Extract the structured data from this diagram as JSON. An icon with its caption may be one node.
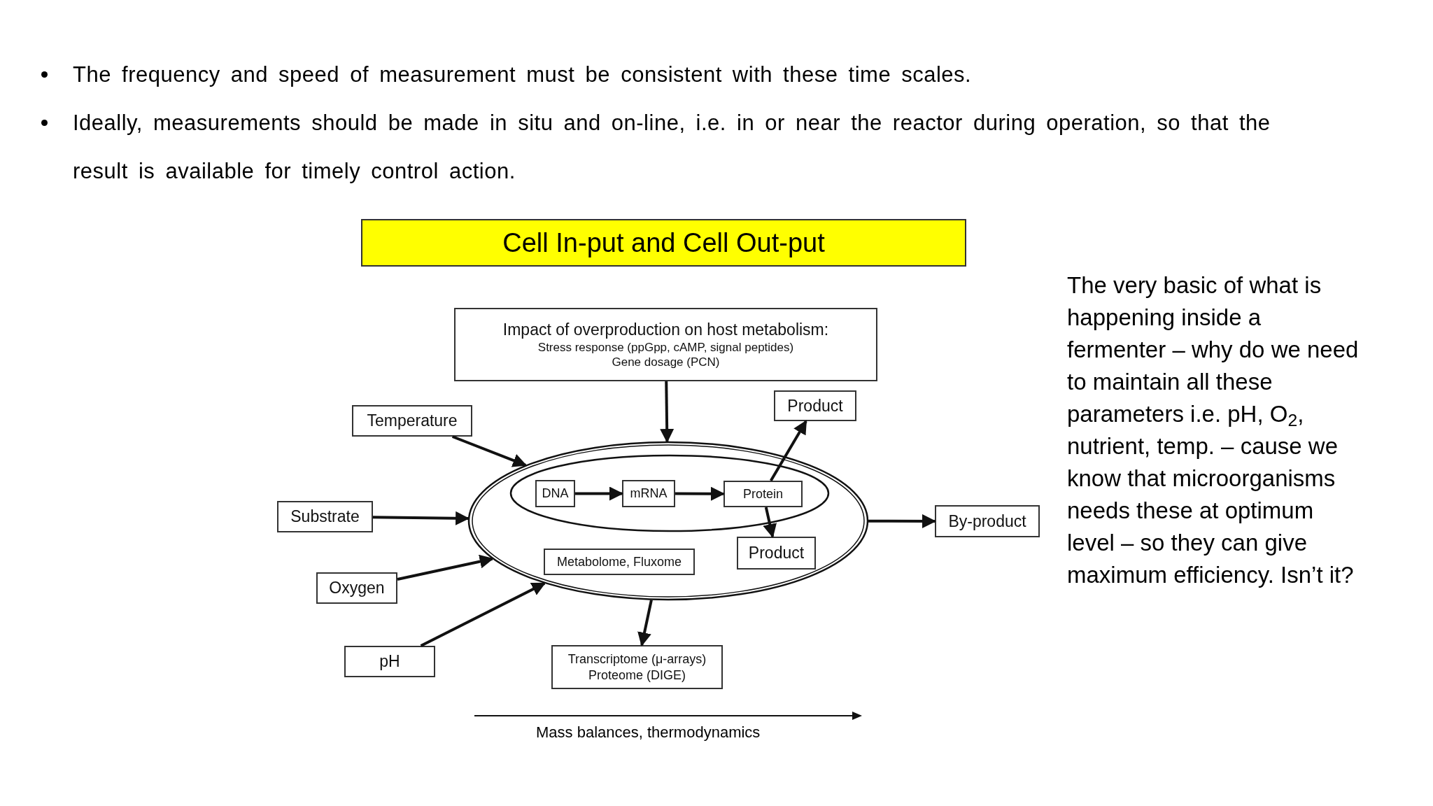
{
  "diagram": {
    "title": "Cell In-put and Cell Out-put",
    "nodes": [
      {
        "text": [
          "Impact of overproduction on host metabolism:",
          "Stress response (ppGpp, cAMP, signal peptides)",
          "Gene dosage (PCN)"
        ]
      },
      {
        "text": [
          "Product"
        ]
      },
      {
        "text": [
          "Temperature"
        ]
      },
      {
        "text": [
          "Substrate"
        ]
      },
      {
        "text": [],
        "shape": "ellipse"
      },
      {
        "text": [],
        "shape": "ellipse",
        "in": 4
      },
      {
        "text": [
          "DNA"
        ],
        "in": 5
      },
      {
        "text": [
          "mRNA"
        ],
        "in": 5
      },
      {
        "text": [
          "Protein"
        ],
        "in": 5
      },
      {
        "text": [
          "Metabolome, Fluxome"
        ],
        "in": 4
      },
      {
        "text": [
          "Product"
        ],
        "in": 4
      },
      {
        "text": [
          "By-product"
        ]
      },
      {
        "text": [
          "Oxygen"
        ]
      },
      {
        "text": [
          "pH"
        ]
      },
      {
        "text": [
          "Transcriptome (μ-arrays)",
          "Proteome (DIGE)"
        ]
      }
    ],
    "edges": [
      {
        "from": 0,
        "to": 4,
        "arrow": "to"
      },
      {
        "from": 2,
        "to": 4,
        "arrow": "to"
      },
      {
        "from": 3,
        "to": 4,
        "arrow": "to"
      },
      {
        "from": 12,
        "to": 4,
        "arrow": "to"
      },
      {
        "from": 13,
        "to": 4,
        "arrow": "to"
      },
      {
        "from": 6,
        "to": 7,
        "arrow": "to"
      },
      {
        "from": 7,
        "to": 8,
        "arrow": "to"
      },
      {
        "from": 8,
        "to": 1,
        "arrow": "to"
      },
      {
        "from": 8,
        "to": 10,
        "arrow": "to"
      },
      {
        "from": 4,
        "to": 11,
        "arrow": "to"
      },
      {
        "from": 4,
        "to": 14,
        "arrow": "to"
      }
    ],
    "labels": [
      "The frequency and speed of measurement must be consistent with these time scales.",
      "Ideally, measurements should be made in situ and on-line, i.e. in or near the reactor during operation, so that the result is available for timely control action.",
      "The very basic of what is happening inside a fermenter – why do we need to maintain all these parameters i.e. pH, O$_{2}$, nutrient, temp. – cause we know that microorganisms needs these at optimum level – so they can give maximum efficiency. Isn’t it?",
      "Mass balances, thermodynamics"
    ]
  }
}
